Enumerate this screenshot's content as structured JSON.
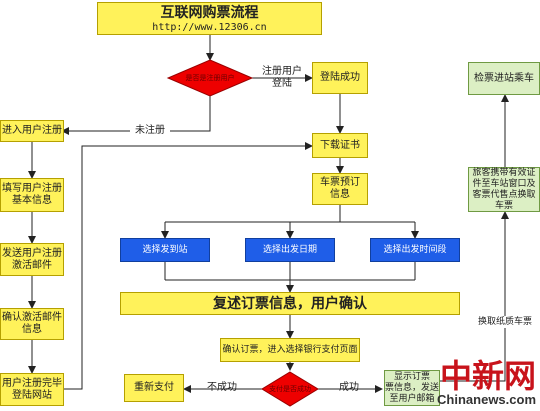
{
  "title": {
    "main": "互联网购票流程",
    "url": "http://www.12306.cn"
  },
  "decision_registered": "是否是注册用户",
  "edge_labels": {
    "registered": "注册用户\n登陆",
    "not_registered": "未注册",
    "failure": "不成功",
    "success": "成功",
    "exchange": "换取纸质车票"
  },
  "nodes": {
    "login_success": "登陆成功",
    "enter_register": "进入用户注册",
    "fill_info": "填写用户注册\n基本信息",
    "send_email": "发送用户注册\n激活邮件",
    "confirm_email": "确认激活邮件\n信息",
    "register_done": "用户注册完毕\n登陆网站",
    "download_cert": "下载证书",
    "reserve": "车票预订\n信息",
    "confirm_order": "复述订票信息，用户确认",
    "confirm_pay": "确认订票，进入选择银行支付页面",
    "repay": "重新支付",
    "decision_pay": "支付是否成功",
    "show_info": "显示订票\n票信息，发送\n至用户邮箱",
    "passenger_id": "旅客携带有效证\n件至车站窗口及\n客票代售点换取\n车票",
    "board": "检票进站乘车"
  },
  "options": [
    "选择发到站",
    "选择出发日期",
    "选择出发时间段"
  ],
  "watermark": {
    "cn": "中新网",
    "en": "Chinanews.com"
  }
}
